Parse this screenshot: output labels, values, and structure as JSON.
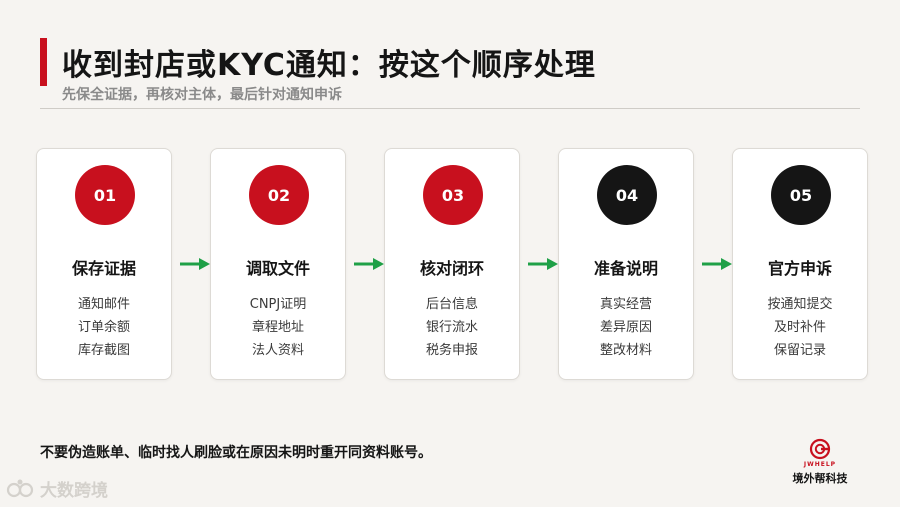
{
  "header": {
    "title": "收到封店或KYC通知：按这个顺序处理",
    "subtitle": "先保全证据，再核对主体，最后针对通知申诉"
  },
  "colors": {
    "accent": "#c8101e",
    "dark": "#151515",
    "arrow": "#1fa047"
  },
  "steps": [
    {
      "num": "01",
      "style": "red",
      "title": "保存证据",
      "items": [
        "通知邮件",
        "订单余额",
        "库存截图"
      ]
    },
    {
      "num": "02",
      "style": "red",
      "title": "调取文件",
      "items": [
        "CNPJ证明",
        "章程地址",
        "法人资料"
      ]
    },
    {
      "num": "03",
      "style": "red",
      "title": "核对闭环",
      "items": [
        "后台信息",
        "银行流水",
        "税务申报"
      ]
    },
    {
      "num": "04",
      "style": "dark",
      "title": "准备说明",
      "items": [
        "真实经营",
        "差异原因",
        "整改材料"
      ]
    },
    {
      "num": "05",
      "style": "dark",
      "title": "官方申诉",
      "items": [
        "按通知提交",
        "及时补件",
        "保留记录"
      ]
    }
  ],
  "footnote": "不要伪造账单、临时找人刷脸或在原因未明时重开同资料账号。",
  "watermark": {
    "text": "大数跨境",
    "icon": "brand-glyph-icon"
  },
  "logo": {
    "sub": "JWHELP",
    "name": "境外帮科技",
    "icon": "jwhelp-logo-icon"
  }
}
